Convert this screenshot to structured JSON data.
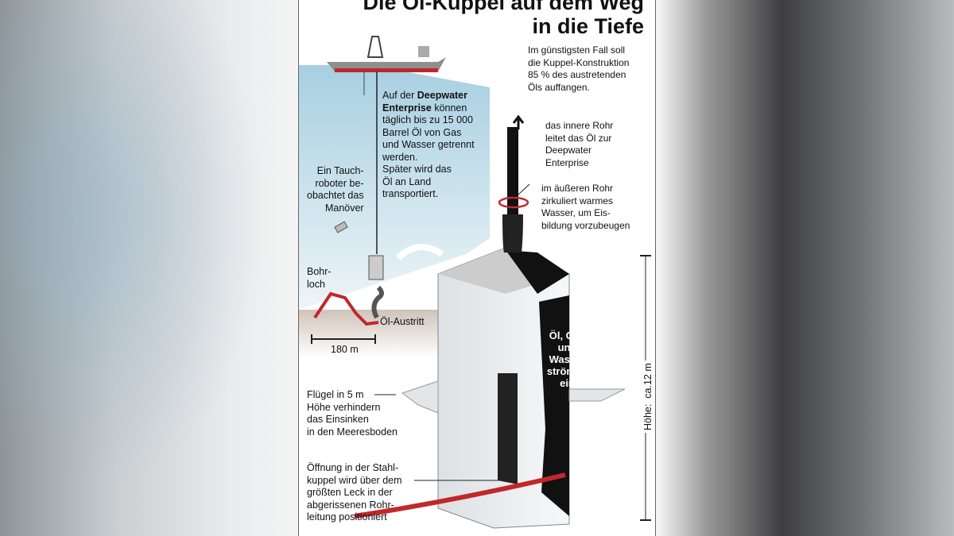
{
  "title_line1": "Die Öl-Kuppel auf dem Weg",
  "title_line2": "in die Tiefe",
  "intro": "Im günstigsten Fall soll\ndie Kuppel-Konstruktion\n85 % des austretenden\nÖls auffangen.",
  "ship_text": {
    "prefix": "Auf der ",
    "bold1": "Deepwater",
    "bold2": "Enterprise",
    "rest1": " können",
    "rest": "täglich bis zu 15 000\nBarrel Öl von Gas\nund Wasser getrennt\nwerden.\nSpäter wird das\nÖl an Land\ntransportiert."
  },
  "robot_text": "Ein Tauch-\nroboter be-\nobachtet das\nManöver",
  "inner_pipe": "das innere Rohr\nleitet das Öl zur\nDeepwater\nEnterprise",
  "outer_pipe": "im äußeren Rohr\nzirkuliert warmes\nWasser, um Eis-\nbildung vorzubeugen",
  "borehole": "Bohr-\nloch",
  "oil_exit": "Öl-Austritt",
  "distance": "180 m",
  "inflow": "Öl, Gas\nund\nWasser\nströmen\nein",
  "height": "Höhe:  ca.12 m",
  "wings": "Flügel in 5 m\nHöhe verhindern\ndas Einsinken\nin den Meeresboden",
  "opening": "Öffnung in der Stahl-\nkuppel wird über dem\ngrößten Leck in der\nabgerissenen Rohr-\nleitung positioniert",
  "colors": {
    "water": "#9fc8dc",
    "ground": "#d8cfc6",
    "pipe": "#c0282b",
    "oil": "#111111"
  }
}
